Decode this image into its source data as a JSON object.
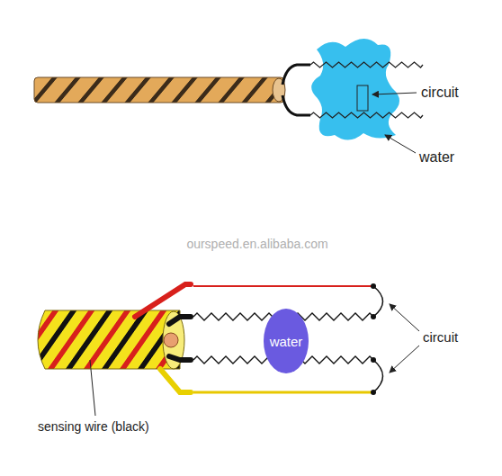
{
  "diagram": {
    "nodes": [
      {
        "text": [
          "water"
        ]
      }
    ],
    "labels": [
      "circuit",
      "water",
      "ourspeed.en.alibaba.com",
      "circuit",
      "sensing wire (black)"
    ]
  }
}
